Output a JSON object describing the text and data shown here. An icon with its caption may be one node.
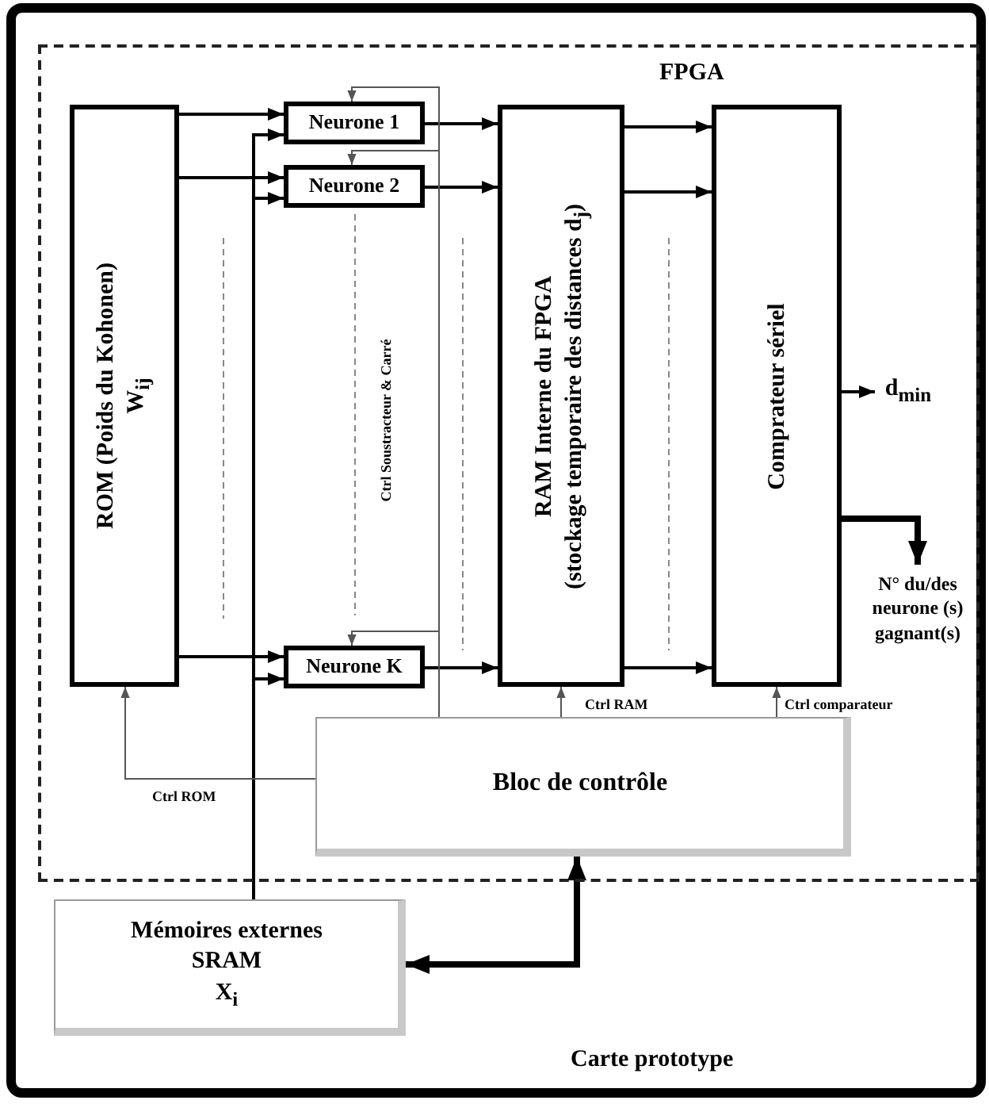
{
  "diagram": {
    "nodes": [
      {
        "text": [
          "Carte prototype"
        ]
      },
      {
        "text": [
          "FPGA"
        ],
        "in": 0
      },
      {
        "text": [
          "ROM (Poids du Kohonen)",
          "W$_{ij}$"
        ],
        "in": 1
      },
      {
        "text": [
          "Neurone 1"
        ],
        "in": 1
      },
      {
        "text": [
          "Neurone 2"
        ],
        "in": 1
      },
      {
        "text": [
          "Neurone K"
        ],
        "in": 1
      },
      {
        "text": [
          "RAM Interne du FPGA",
          "(stockage temporaire des distances d$_{j}$)"
        ],
        "in": 1
      },
      {
        "text": [
          "Comprateur sériel"
        ],
        "in": 1
      },
      {
        "text": [
          "d$_{min}$"
        ],
        "in": 1
      },
      {
        "text": [
          "N° du/des neurone (s) gagnant(s)"
        ],
        "in": 1
      },
      {
        "text": [
          "Bloc de contrôle"
        ],
        "in": 1
      },
      {
        "text": [
          "Mémoires externes",
          "SRAM",
          "X$_{i}$"
        ],
        "in": 0
      }
    ],
    "edges": [
      {
        "from": 2,
        "to": 3,
        "arrow": "to"
      },
      {
        "from": 2,
        "to": 4,
        "arrow": "to"
      },
      {
        "from": 2,
        "to": 5,
        "arrow": "to"
      },
      {
        "from": 11,
        "to": 3,
        "arrow": "to"
      },
      {
        "from": 11,
        "to": 4,
        "arrow": "to"
      },
      {
        "from": 11,
        "to": 5,
        "arrow": "to"
      },
      {
        "from": 3,
        "to": 6,
        "arrow": "to"
      },
      {
        "from": 4,
        "to": 6,
        "arrow": "to"
      },
      {
        "from": 5,
        "to": 6,
        "arrow": "to"
      },
      {
        "from": 6,
        "to": 7,
        "arrow": "to"
      },
      {
        "from": 6,
        "to": 7,
        "arrow": "to"
      },
      {
        "from": 6,
        "to": 7,
        "arrow": "to"
      },
      {
        "from": 7,
        "to": 8,
        "arrow": "to"
      },
      {
        "from": 7,
        "to": 9,
        "arrow": "to",
        "style": "thick"
      },
      {
        "from": 10,
        "to": 2,
        "arrow": "to",
        "label": "Ctrl ROM",
        "color": "#555555"
      },
      {
        "from": 10,
        "to": 3,
        "arrow": "to",
        "color": "#555555"
      },
      {
        "from": 10,
        "to": 4,
        "arrow": "to",
        "color": "#555555"
      },
      {
        "from": 10,
        "to": 5,
        "arrow": "to",
        "color": "#555555"
      },
      {
        "from": 10,
        "to": 6,
        "arrow": "to",
        "label": "Ctrl RAM",
        "color": "#555555"
      },
      {
        "from": 10,
        "to": 7,
        "arrow": "to",
        "label": "Ctrl comparateur",
        "color": "#555555"
      },
      {
        "from": 10,
        "to": 11,
        "arrow": "both",
        "style": "thick"
      }
    ],
    "labels": [
      "Ctrl Soustracteur & Carré"
    ]
  }
}
